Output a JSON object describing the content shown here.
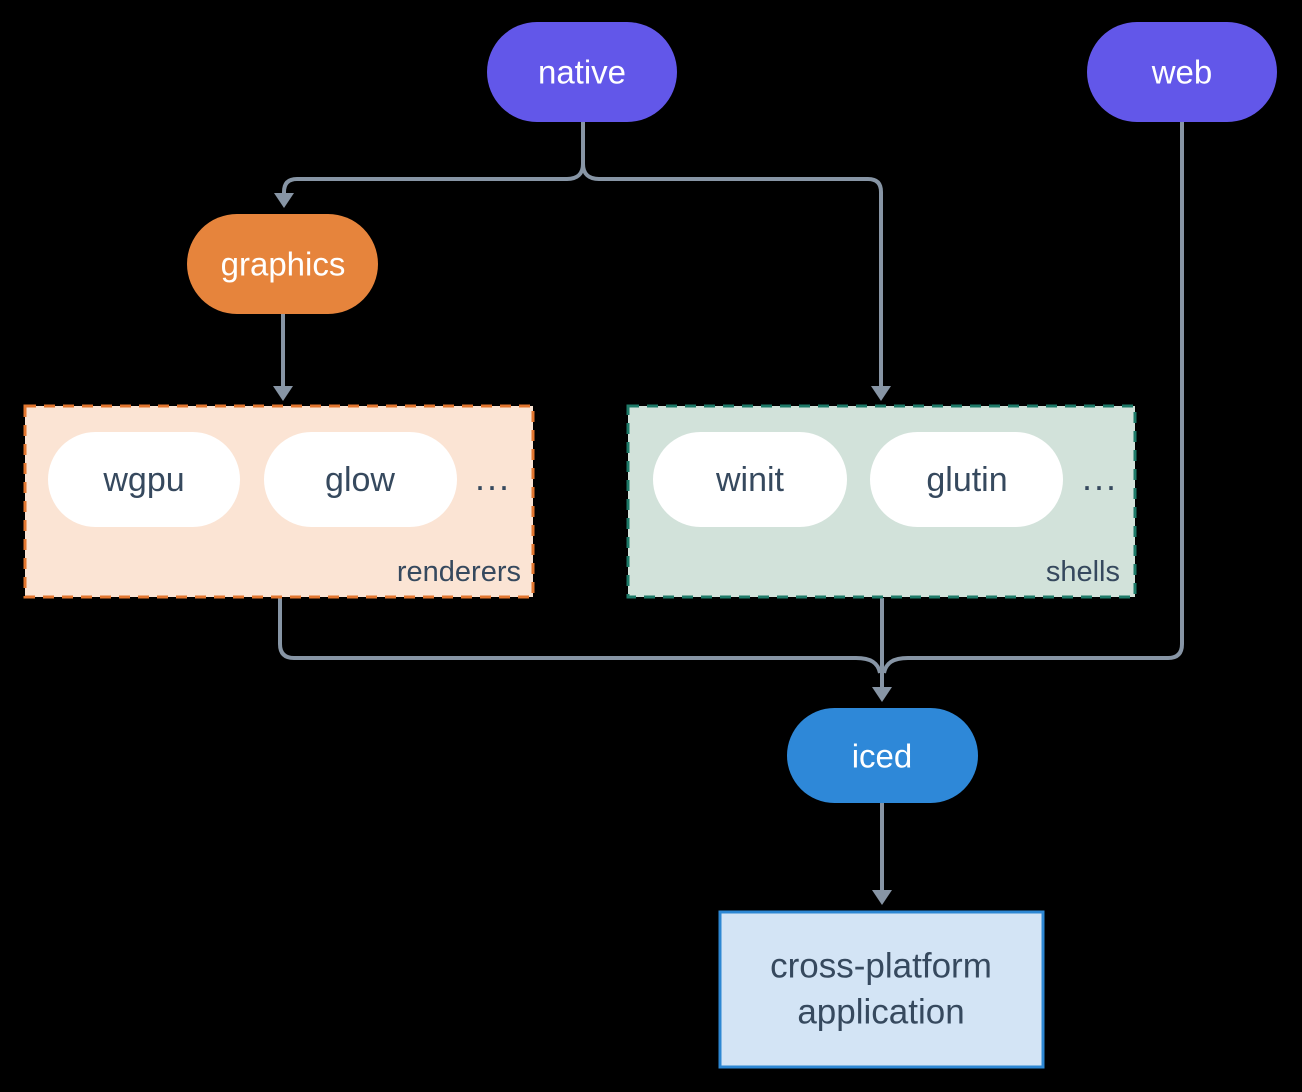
{
  "diagram": {
    "background": "#000000",
    "connector": "#8795a5",
    "nodes": {
      "native": {
        "label": "native",
        "fill": "#6257e9",
        "text": "#ffffff"
      },
      "web": {
        "label": "web",
        "fill": "#6257e9",
        "text": "#ffffff"
      },
      "graphics": {
        "label": "graphics",
        "fill": "#e6843c",
        "text": "#ffffff"
      },
      "iced": {
        "label": "iced",
        "fill": "#2e88d8",
        "text": "#ffffff"
      },
      "wgpu": {
        "label": "wgpu",
        "fill": "#ffffff",
        "text": "#36495e"
      },
      "glow": {
        "label": "glow",
        "fill": "#ffffff",
        "text": "#36495e"
      },
      "winit": {
        "label": "winit",
        "fill": "#ffffff",
        "text": "#36495e"
      },
      "glutin": {
        "label": "glutin",
        "fill": "#ffffff",
        "text": "#36495e"
      }
    },
    "groups": {
      "renderers": {
        "label": "renderers",
        "ellipsis": "...",
        "fill": "#fbe4d4",
        "border": "#e2762f",
        "label_color": "#36495e"
      },
      "shells": {
        "label": "shells",
        "ellipsis": "...",
        "fill": "#d2e2da",
        "border": "#1e7a68",
        "label_color": "#36495e"
      }
    },
    "app": {
      "line1": "cross-platform",
      "line2": "application",
      "fill": "#d3e4f5",
      "border": "#2d87d3",
      "text": "#36495e"
    }
  }
}
